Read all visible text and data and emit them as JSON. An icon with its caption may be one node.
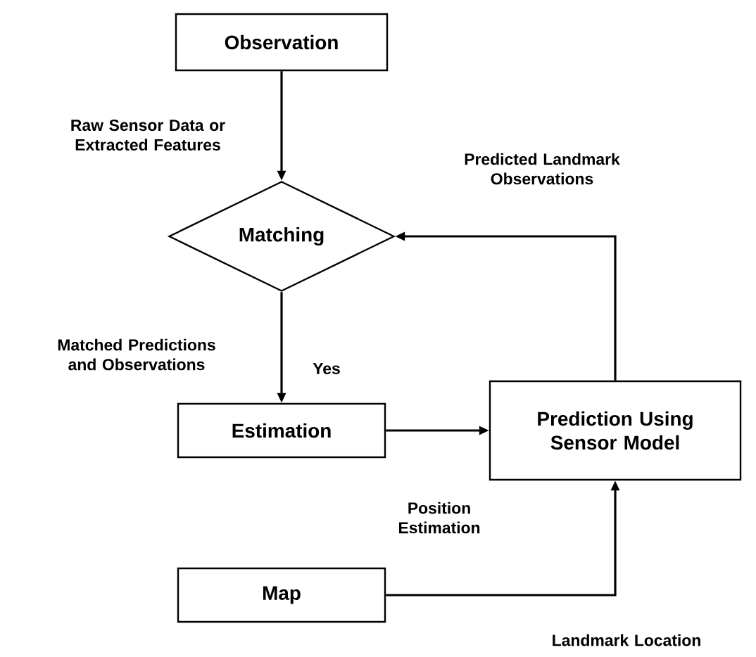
{
  "diagram": {
    "nodes": [
      {
        "text": [
          "Observation"
        ]
      },
      {
        "text": [
          "Matching"
        ]
      },
      {
        "text": [
          "Estimation"
        ]
      },
      {
        "text": [
          "Prediction Using Sensor Model"
        ]
      },
      {
        "text": [
          "Map"
        ]
      }
    ],
    "edges": [
      {
        "from": 0,
        "to": 1,
        "arrow": "to",
        "label": "Raw Sensor Data or Extracted Features"
      },
      {
        "from": 1,
        "to": 2,
        "arrow": "to",
        "label": "Yes"
      },
      {
        "from": 2,
        "to": 3,
        "arrow": "to",
        "label": "Position Estimation"
      },
      {
        "from": 3,
        "to": 1,
        "arrow": "to",
        "label": "Predicted Landmark Observations"
      },
      {
        "from": 4,
        "to": 3,
        "arrow": "to",
        "label": "Landmark Location"
      }
    ],
    "labels": [
      "Matched Predictions and Observations"
    ]
  }
}
